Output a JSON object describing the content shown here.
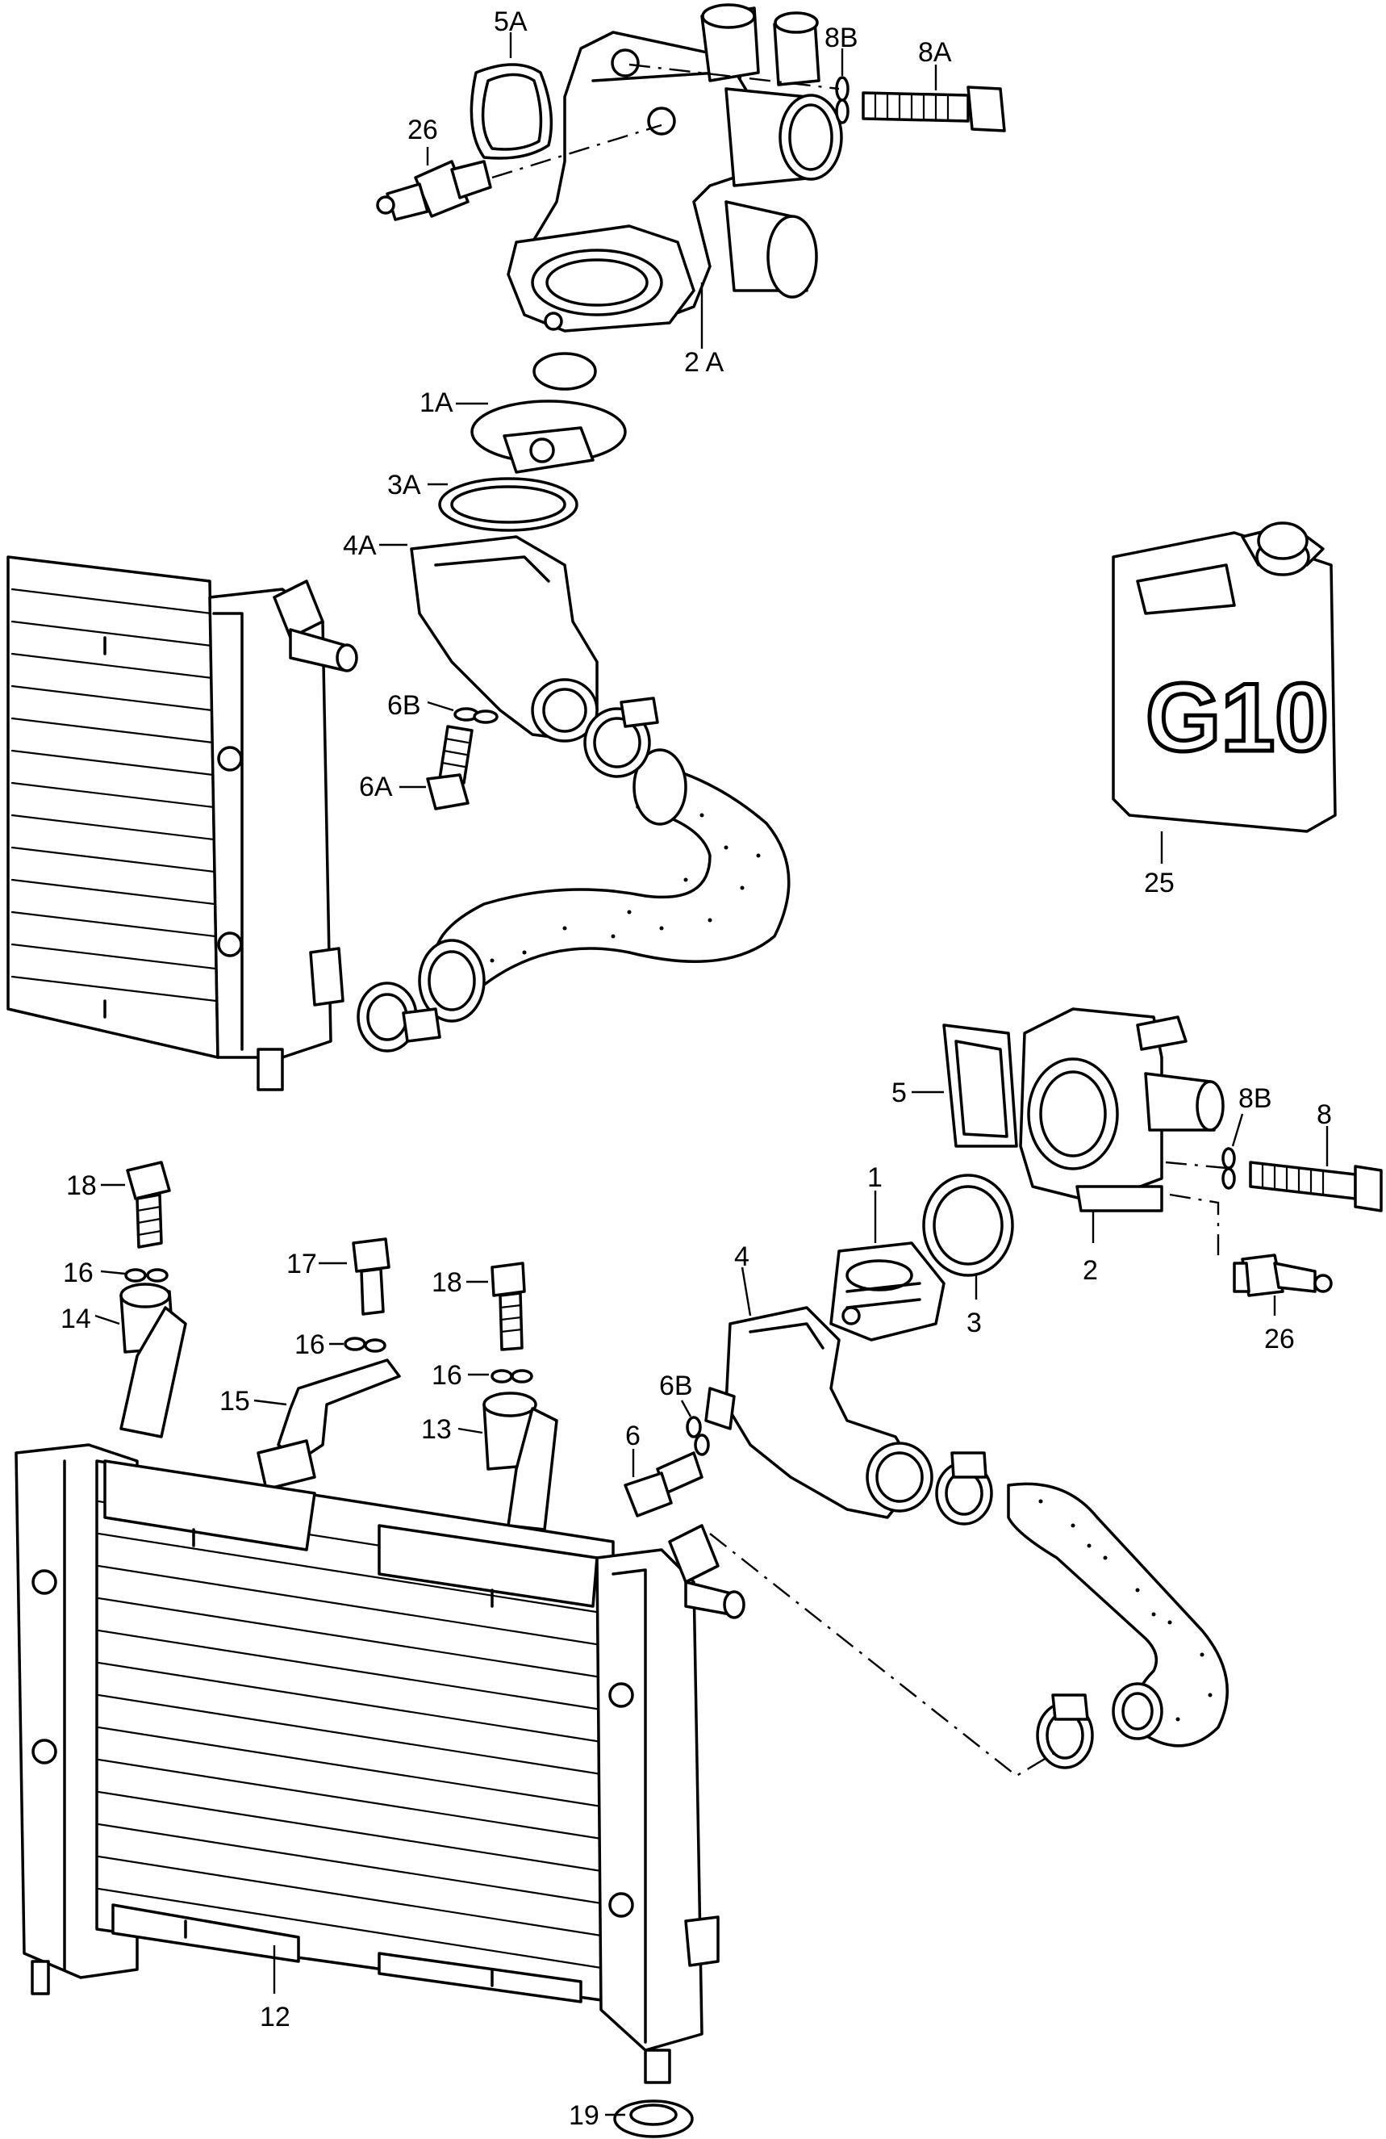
{
  "labels": {
    "p5A": "5A",
    "p8B_top": "8B",
    "p8A": "8A",
    "p26_top": "26",
    "p2A": "2 A",
    "p1A": "1A",
    "p3A": "3A",
    "p4A": "4A",
    "p6B_top": "6B",
    "p6A": "6A",
    "p25": "25",
    "p5": "5",
    "p8B_mid": "8B",
    "p8": "8",
    "p2": "2",
    "p26_mid": "26",
    "p1": "1",
    "p3": "3",
    "p4": "4",
    "p6B_mid": "6B",
    "p6": "6",
    "p18_left": "18",
    "p16_left": "16",
    "p14": "14",
    "p17": "17",
    "p16_mid": "16",
    "p15": "15",
    "p18_right": "18",
    "p16_right": "16",
    "p13": "13",
    "p12": "12",
    "p19": "19"
  },
  "container_marking": "G10"
}
